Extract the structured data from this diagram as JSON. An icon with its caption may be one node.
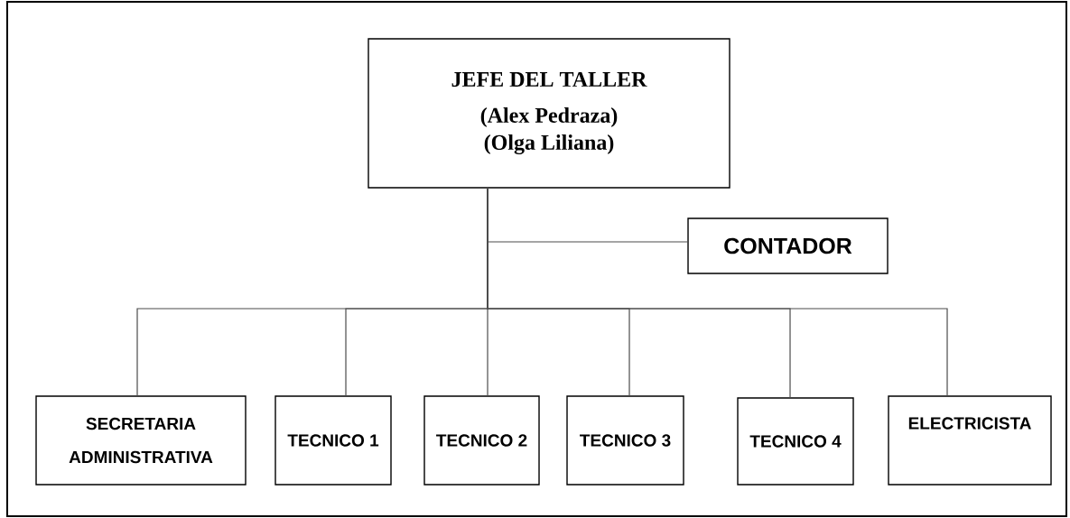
{
  "diagram": {
    "nodes": [
      {
        "text": [
          "JEFE DEL TALLER",
          "(Alex Pedraza) (Olga Liliana)"
        ]
      },
      {
        "text": [
          "CONTADOR"
        ]
      },
      {
        "text": [
          "SECRETARIA ADMINISTRATIVA"
        ]
      },
      {
        "text": [
          "TECNICO 1"
        ]
      },
      {
        "text": [
          "TECNICO 2"
        ]
      },
      {
        "text": [
          "TECNICO 3"
        ]
      },
      {
        "text": [
          "TECNICO 4"
        ]
      },
      {
        "text": [
          "ELECTRICISTA"
        ]
      }
    ],
    "edges": [
      {
        "from": 0,
        "to": 1,
        "arrow": "none"
      },
      {
        "from": 0,
        "to": 2,
        "arrow": "none"
      },
      {
        "from": 0,
        "to": 3,
        "arrow": "none"
      },
      {
        "from": 0,
        "to": 4,
        "arrow": "none"
      },
      {
        "from": 0,
        "to": 5,
        "arrow": "none"
      },
      {
        "from": 0,
        "to": 6,
        "arrow": "none"
      },
      {
        "from": 0,
        "to": 7,
        "arrow": "none"
      }
    ]
  }
}
